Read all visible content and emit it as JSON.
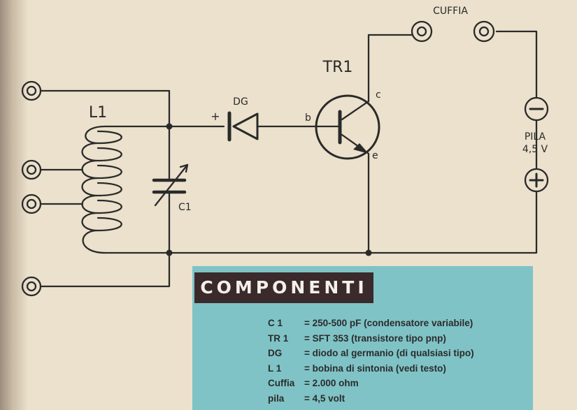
{
  "labels": {
    "l1": "L1",
    "dg": "DG",
    "plus": "+",
    "tr1": "TR1",
    "c_term": "c",
    "b_term": "b",
    "e_term": "e",
    "c1": "C1",
    "cuffia": "CUFFIA",
    "pila": "PILA",
    "volt": "4,5 V",
    "minus_sym": "−",
    "plus_sym": "+"
  },
  "panel": {
    "title": "COMPONENTI",
    "items": [
      {
        "key": "C 1",
        "value": "= 250-500 pF (condensatore variabile)"
      },
      {
        "key": "TR 1",
        "value": "= SFT 353 (transistore tipo pnp)"
      },
      {
        "key": "DG",
        "value": "= diodo al germanio (di qualsiasi tipo)"
      },
      {
        "key": "L 1",
        "value": "= bobina di sintonia (vedi testo)"
      },
      {
        "key": "Cuffia",
        "value": "= 2.000 ohm"
      },
      {
        "key": "pila",
        "value": "= 4,5 volt"
      }
    ]
  },
  "colors": {
    "background": "#ebe1cc",
    "panel": "#7fc3c6",
    "title_bg": "#3a2a2c",
    "ink": "#2a2a2a"
  }
}
